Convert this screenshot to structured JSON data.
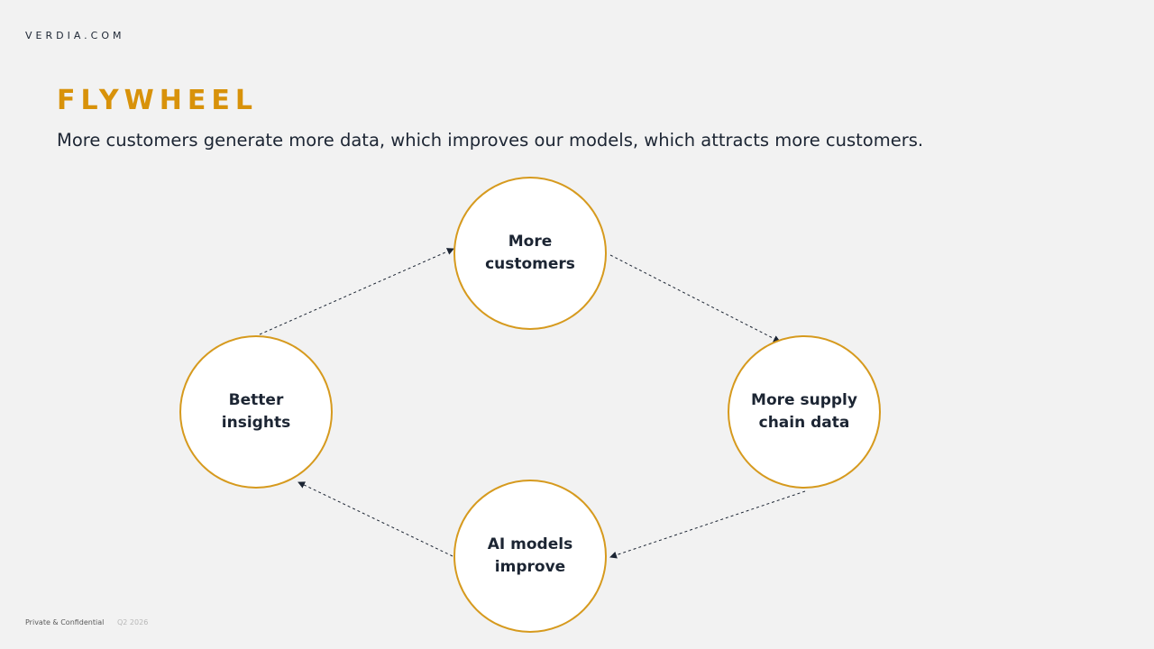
{
  "header": {
    "brand": "VERDIA.COM",
    "title": "FLYWHEEL",
    "subtitle": "More customers generate more data, which improves our models, which attracts more customers."
  },
  "diagram": {
    "nodes": [
      {
        "id": "customers",
        "label": "More customers"
      },
      {
        "id": "data",
        "label": "More supply chain data"
      },
      {
        "id": "models",
        "label": "AI models improve"
      },
      {
        "id": "insights",
        "label": "Better insights"
      }
    ],
    "colors": {
      "accent": "#d8920a",
      "node_border": "#d69a1e",
      "node_fill": "#ffffff",
      "arrow": "#1c2533"
    }
  },
  "footer": {
    "confidential": "Private & Confidential",
    "period": "Q2 2026"
  }
}
